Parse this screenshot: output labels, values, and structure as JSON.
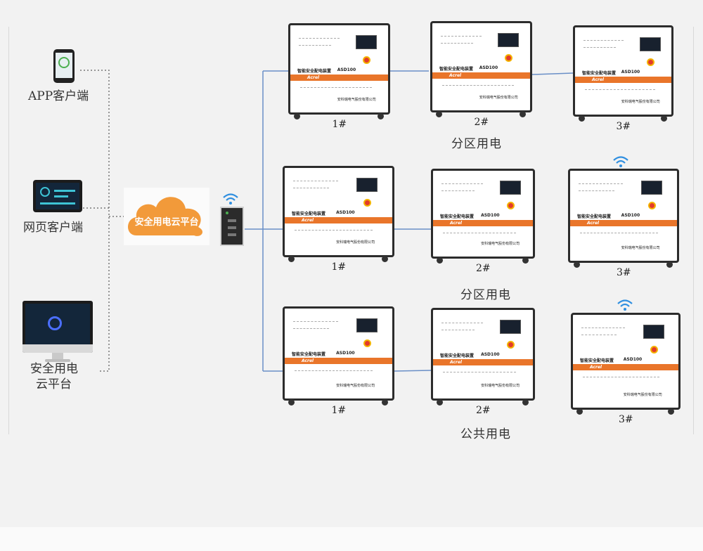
{
  "clients": [
    {
      "id": "app",
      "label": "APP客户端",
      "icon": "smartphone-icon"
    },
    {
      "id": "web",
      "label": "网页客户端",
      "icon": "tablet-icon"
    },
    {
      "id": "platform",
      "label_lines": [
        "安全用电",
        "云平台"
      ],
      "icon": "desktop-monitor-icon"
    }
  ],
  "cloud": {
    "label": "安全用电云平台",
    "color": "#f29a3a"
  },
  "zones": [
    {
      "label": "分区用电"
    },
    {
      "label": "分区用电"
    },
    {
      "label": "公共用电"
    }
  ],
  "cabinet": {
    "title": "智能安全配电装置",
    "model": "ASD100",
    "brand": "Acrel",
    "company": "安科瑞电气股份有限公司",
    "numbers": [
      "1#",
      "2#",
      "3#"
    ]
  },
  "colors": {
    "wire": "#6a8fc7",
    "dotted": "#777777",
    "wifi": "#2f8fe0",
    "stripe": "#e9752a"
  }
}
